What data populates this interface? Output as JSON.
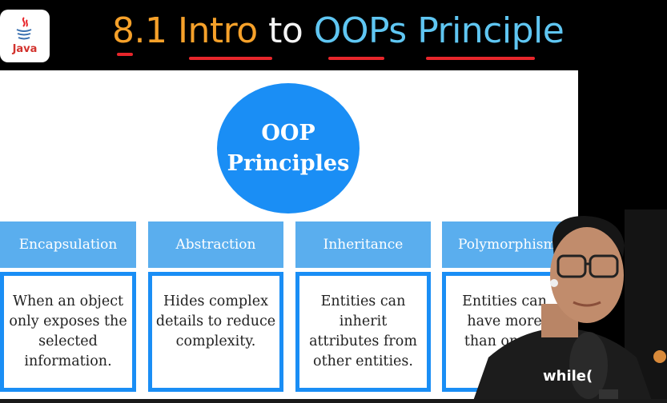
{
  "logo": {
    "label": "Java"
  },
  "title": {
    "part1": "8.1 Intro",
    "part2": " to ",
    "part3": "OOPs Principle"
  },
  "diagram": {
    "center": {
      "line1": "OOP",
      "line2": "Principles"
    },
    "principles": [
      {
        "name": "Encapsulation",
        "description": "When an object only exposes the selected information."
      },
      {
        "name": "Abstraction",
        "description": "Hides complex details to reduce complexity."
      },
      {
        "name": "Inheritance",
        "description": "Entities can inherit attributes from other entities."
      },
      {
        "name": "Polymorphism",
        "description": "Entities can have more than one fo"
      }
    ]
  },
  "overlay": {
    "shirt_text": "while("
  },
  "colors": {
    "primary_blue": "#1a8ef5",
    "header_blue": "#5aaeee",
    "title_orange": "#f6a12a",
    "title_cyan": "#5fc6f2",
    "underline_red": "#e8262b"
  }
}
